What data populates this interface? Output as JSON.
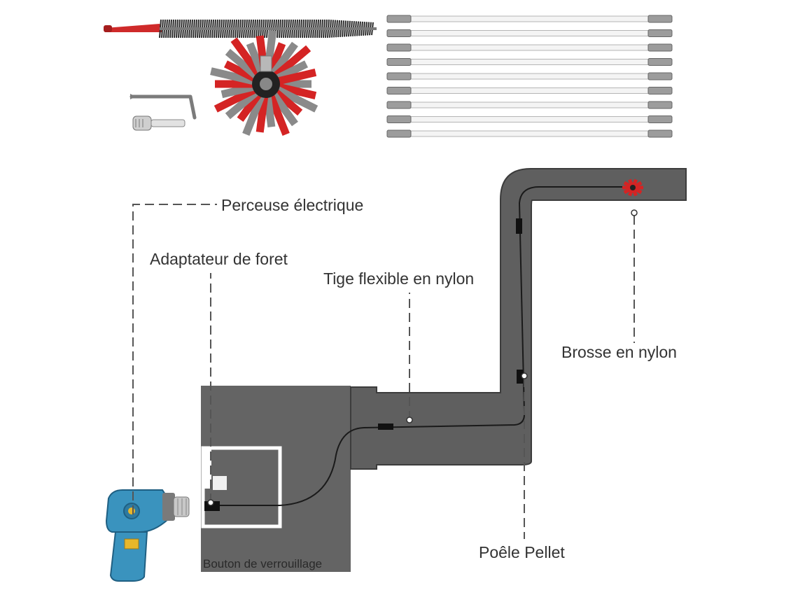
{
  "labels": {
    "drill": "Perceuse électrique",
    "adapter": "Adaptateur de foret",
    "rod": "Tige flexible en nylon",
    "brush": "Brosse en nylon",
    "stove": "Poêle Pellet",
    "lock_button": "Bouton de verrouillage"
  },
  "components": {
    "rod_count": 9,
    "brush_bristle_count": 26
  },
  "colors": {
    "duct": "#5f5f5f",
    "duct_edge": "#3c3c3c",
    "stove": "#646464",
    "brush_red": "#d42424",
    "brush_grey": "#8a8a8a",
    "drill_blue": "#3a93be",
    "drill_dark": "#1f5f82",
    "leader": "#555555",
    "rod_white": "#f4f4f4",
    "rod_tip": "#9c9c9c"
  },
  "icons": [
    "drill-icon",
    "round-brush-icon",
    "long-brush-icon",
    "hex-key-icon",
    "drill-adapter-icon",
    "nylon-rod-icon",
    "mini-brush-icon"
  ]
}
